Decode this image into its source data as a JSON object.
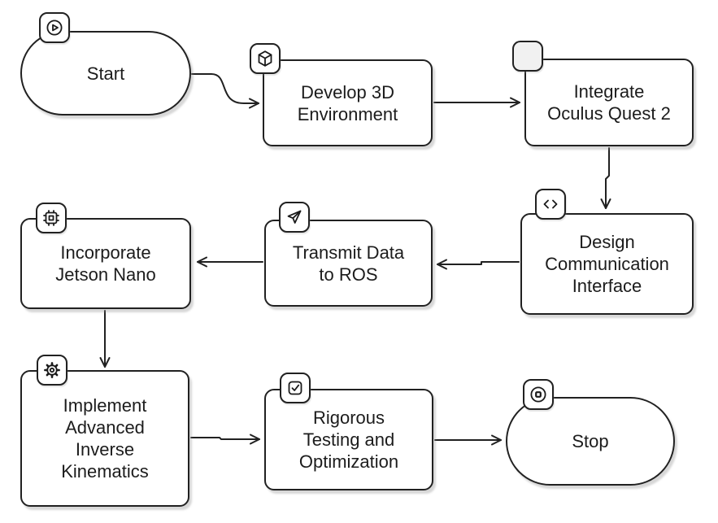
{
  "diagram": {
    "type": "flowchart",
    "background_color": "#ffffff",
    "stroke_color": "#212121",
    "text_color": "#1c1c1c",
    "node_fill_color": "#ffffff",
    "blank_badge_fill_color": "#f1f1f1",
    "nodes": [
      {
        "id": "start",
        "label": "Start",
        "shape": "stadium",
        "icon": "play-circle-icon"
      },
      {
        "id": "develop-3d-environment",
        "label": "Develop 3D\nEnvironment",
        "shape": "rounded-rect",
        "icon": "cube-icon"
      },
      {
        "id": "integrate-oculus-quest-2",
        "label": "Integrate\nOculus Quest 2",
        "shape": "rounded-rect",
        "icon": "blank-icon"
      },
      {
        "id": "design-communication-interface",
        "label": "Design\nCommunication\nInterface",
        "shape": "rounded-rect",
        "icon": "code-icon"
      },
      {
        "id": "transmit-data-to-ros",
        "label": "Transmit Data\nto ROS",
        "shape": "rounded-rect",
        "icon": "send-icon"
      },
      {
        "id": "incorporate-jetson-nano",
        "label": "Incorporate\nJetson Nano",
        "shape": "rounded-rect",
        "icon": "chip-icon"
      },
      {
        "id": "implement-advanced-inverse-kinematics",
        "label": "Implement\nAdvanced\nInverse\nKinematics",
        "shape": "rounded-rect",
        "icon": "gear-icon"
      },
      {
        "id": "rigorous-testing-and-optimization",
        "label": "Rigorous\nTesting and\nOptimization",
        "shape": "rounded-rect",
        "icon": "check-square-icon"
      },
      {
        "id": "stop",
        "label": "Stop",
        "shape": "stadium",
        "icon": "stop-circle-icon"
      }
    ],
    "edges": [
      {
        "from": "start",
        "to": "develop-3d-environment"
      },
      {
        "from": "develop-3d-environment",
        "to": "integrate-oculus-quest-2"
      },
      {
        "from": "integrate-oculus-quest-2",
        "to": "design-communication-interface"
      },
      {
        "from": "design-communication-interface",
        "to": "transmit-data-to-ros"
      },
      {
        "from": "transmit-data-to-ros",
        "to": "incorporate-jetson-nano"
      },
      {
        "from": "incorporate-jetson-nano",
        "to": "implement-advanced-inverse-kinematics"
      },
      {
        "from": "implement-advanced-inverse-kinematics",
        "to": "rigorous-testing-and-optimization"
      },
      {
        "from": "rigorous-testing-and-optimization",
        "to": "stop"
      }
    ]
  }
}
